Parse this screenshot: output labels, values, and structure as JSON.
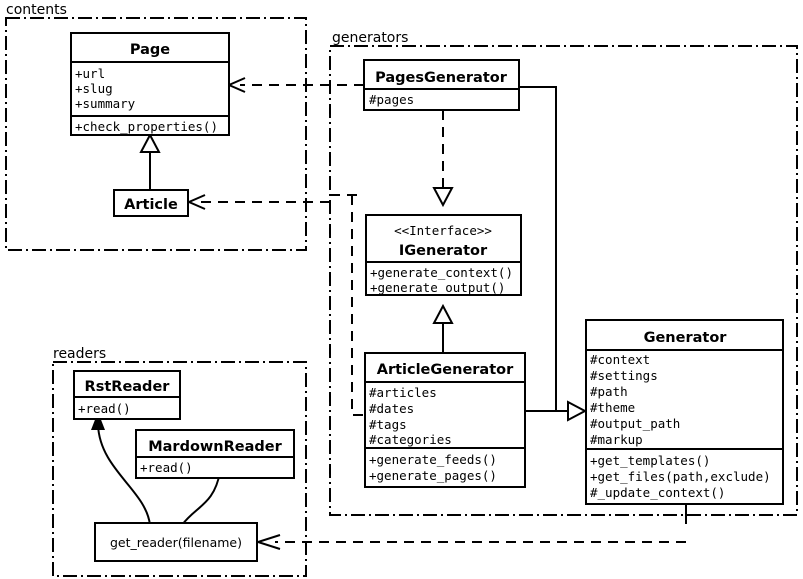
{
  "diagram": {
    "kind": "uml-class-diagram",
    "background": "#ffffff",
    "line_color": "#000000"
  },
  "packages": [
    {
      "id": "contents",
      "label": "contents"
    },
    {
      "id": "generators",
      "label": "generators"
    },
    {
      "id": "readers",
      "label": "readers"
    }
  ],
  "classes": {
    "page": {
      "name": "Page",
      "attributes": [
        "+url",
        "+slug",
        "+summary"
      ],
      "methods": [
        "+check_properties()"
      ]
    },
    "article": {
      "name": "Article",
      "attributes": [],
      "methods": []
    },
    "pages_generator": {
      "name": "PagesGenerator",
      "attributes": [
        "#pages"
      ],
      "methods": []
    },
    "igenerator": {
      "stereotype": "<<Interface>>",
      "name": "IGenerator",
      "attributes": [],
      "methods": [
        "+generate_context()",
        "+generate_output()"
      ]
    },
    "article_generator": {
      "name": "ArticleGenerator",
      "attributes": [
        "#articles",
        "#dates",
        "#tags",
        "#categories"
      ],
      "methods": [
        "+generate_feeds()",
        "+generate_pages()"
      ]
    },
    "generator": {
      "name": "Generator",
      "attributes": [
        "#context",
        "#settings",
        "#path",
        "#theme",
        "#output_path",
        "#markup"
      ],
      "methods": [
        "+get_templates()",
        "+get_files(path,exclude)",
        "#_update_context()"
      ]
    },
    "get_reader": {
      "name": "get_reader(filename)"
    },
    "rst_reader": {
      "name": "RstReader",
      "methods": [
        "+read()"
      ]
    },
    "mardown_reader": {
      "name": "MardownReader",
      "methods": [
        "+read()"
      ]
    }
  },
  "relationships": [
    {
      "from": "article",
      "to": "page",
      "type": "generalization"
    },
    {
      "from": "pages_generator",
      "to": "igenerator",
      "type": "realization"
    },
    {
      "from": "article_generator",
      "to": "igenerator",
      "type": "generalization"
    },
    {
      "from": "pages_generator",
      "to": "generator",
      "type": "generalization"
    },
    {
      "from": "article_generator",
      "to": "generator",
      "type": "generalization"
    },
    {
      "from": "pages_generator",
      "to": "page",
      "type": "dependency"
    },
    {
      "from": "article_generator",
      "to": "article",
      "type": "dependency"
    },
    {
      "from": "generator",
      "to": "get_reader",
      "type": "dependency"
    },
    {
      "from": "get_reader",
      "to": "rst_reader",
      "type": "returns"
    },
    {
      "from": "get_reader",
      "to": "mardown_reader",
      "type": "returns"
    }
  ]
}
